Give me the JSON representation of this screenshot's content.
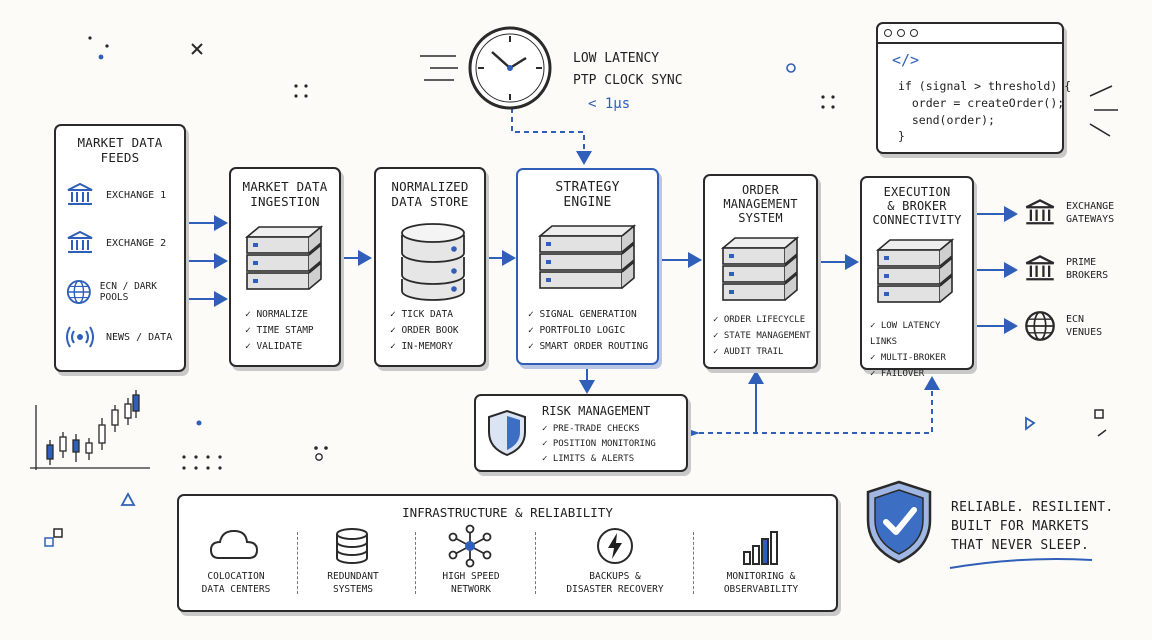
{
  "latency": {
    "line1": "LOW LATENCY",
    "line2": "PTP CLOCK SYNC",
    "value": "< 1μs"
  },
  "code": {
    "tag": "</>",
    "line1": "if (signal > threshold) {",
    "line2": "  order = createOrder();",
    "line3": "  send(order);",
    "line4": "}"
  },
  "feeds": {
    "title_1": "MARKET DATA",
    "title_2": "FEEDS",
    "items": [
      {
        "label": "EXCHANGE 1",
        "icon": "bank-icon"
      },
      {
        "label": "EXCHANGE 2",
        "icon": "bank-icon"
      },
      {
        "label": "ECN / DARK POOLS",
        "icon": "globe-icon"
      },
      {
        "label": "NEWS / DATA",
        "icon": "broadcast-icon"
      }
    ]
  },
  "ingestion": {
    "title_1": "MARKET DATA",
    "title_2": "INGESTION",
    "items": [
      "NORMALIZE",
      "TIME STAMP",
      "VALIDATE"
    ]
  },
  "store": {
    "title_1": "NORMALIZED",
    "title_2": "DATA STORE",
    "items": [
      "TICK DATA",
      "ORDER BOOK",
      "IN-MEMORY"
    ]
  },
  "strategy": {
    "title_1": "STRATEGY",
    "title_2": "ENGINE",
    "items": [
      "SIGNAL GENERATION",
      "PORTFOLIO LOGIC",
      "SMART ORDER ROUTING"
    ]
  },
  "oms": {
    "title_1": "ORDER",
    "title_2": "MANAGEMENT",
    "title_3": "SYSTEM",
    "items": [
      "ORDER LIFECYCLE",
      "STATE MANAGEMENT",
      "AUDIT TRAIL"
    ]
  },
  "execution": {
    "title_1": "EXECUTION",
    "title_2": "& BROKER",
    "title_3": "CONNECTIVITY",
    "items": [
      "LOW LATENCY LINKS",
      "MULTI-BROKER",
      "FAILOVER"
    ]
  },
  "risk": {
    "title": "RISK MANAGEMENT",
    "items": [
      "PRE-TRADE CHECKS",
      "POSITION MONITORING",
      "LIMITS & ALERTS"
    ]
  },
  "gateways": [
    {
      "line1": "EXCHANGE",
      "line2": "GATEWAYS",
      "icon": "bank-icon"
    },
    {
      "line1": "PRIME",
      "line2": "BROKERS",
      "icon": "bank-icon"
    },
    {
      "line1": "ECN",
      "line2": "VENUES",
      "icon": "globe-icon"
    }
  ],
  "infra": {
    "title": "INFRASTRUCTURE & RELIABILITY",
    "items": [
      {
        "line1": "COLOCATION",
        "line2": "DATA CENTERS",
        "icon": "cloud-icon"
      },
      {
        "line1": "REDUNDANT",
        "line2": "SYSTEMS",
        "icon": "database-icon"
      },
      {
        "line1": "HIGH SPEED",
        "line2": "NETWORK",
        "icon": "network-icon"
      },
      {
        "line1": "BACKUPS &",
        "line2": "DISASTER RECOVERY",
        "icon": "lightning-icon"
      },
      {
        "line1": "MONITORING &",
        "line2": "OBSERVABILITY",
        "icon": "bar-chart-icon"
      }
    ]
  },
  "slogan": {
    "line1": "RELIABLE. RESILIENT.",
    "line2": "BUILT FOR MARKETS",
    "line3": "THAT NEVER SLEEP."
  },
  "colors": {
    "ink": "#2a2a2a",
    "accent": "#2f5fb8",
    "shield": "#3c6fc4"
  }
}
